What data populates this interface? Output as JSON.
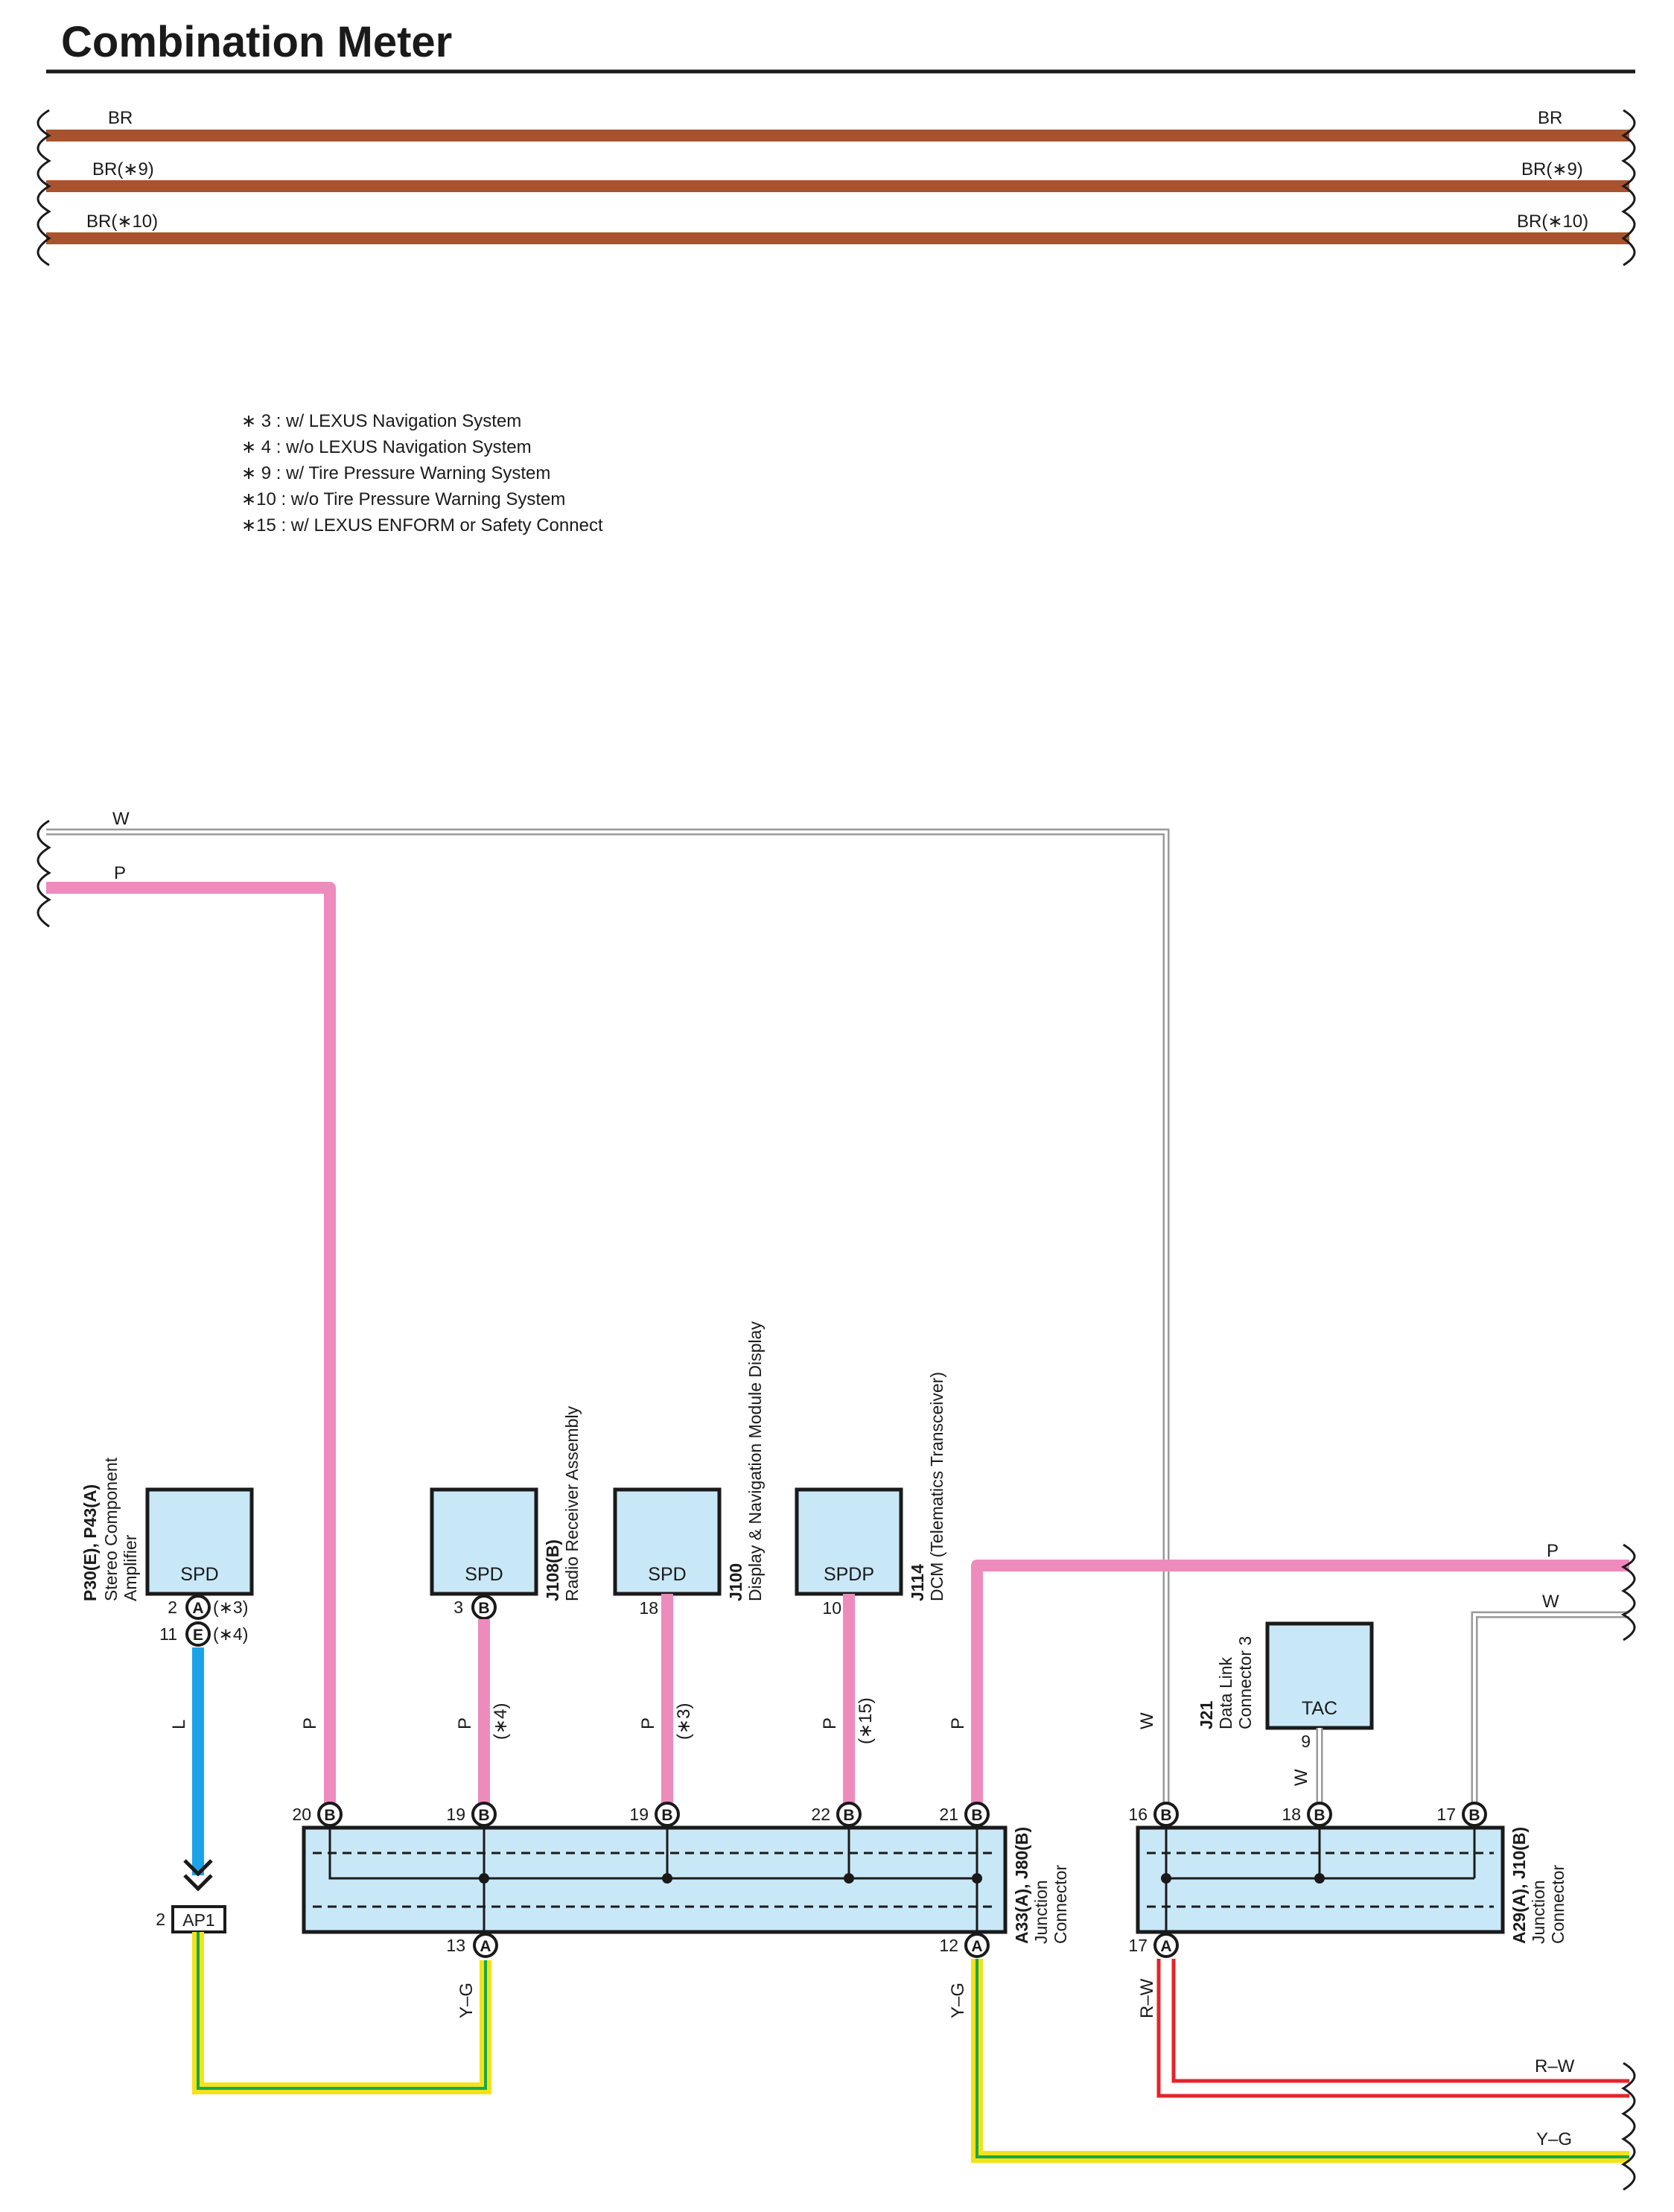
{
  "title": "Combination Meter",
  "colors": {
    "BR": "#a8532e",
    "P": "#ee8bbd",
    "W": "#9a9a9a",
    "L": "#1aa3e8",
    "Y": "#f3e21a",
    "G": "#18a84a",
    "R": "#e5242b",
    "box_fill": "#c9e8f7",
    "black": "#1a1a1a"
  },
  "top_wires": [
    {
      "left": "BR",
      "right": "BR"
    },
    {
      "left": "BR(∗9)",
      "right": "BR(∗9)"
    },
    {
      "left": "BR(∗10)",
      "right": "BR(∗10)"
    }
  ],
  "notes": [
    "∗ 3 : w/ LEXUS Navigation System",
    "∗ 4 : w/o LEXUS Navigation System",
    "∗ 9 : w/ Tire Pressure Warning System",
    "∗10 : w/o Tire Pressure Warning System",
    "∗15 : w/ LEXUS ENFORM or Safety Connect"
  ],
  "left_wires": {
    "w": "W",
    "p": "P"
  },
  "right_wires": {
    "p": "P",
    "w": "W",
    "rw": "R–W",
    "yg": "Y–G"
  },
  "amp": {
    "box": "SPD",
    "code": "P30(E), P43(A)",
    "name1": "Stereo Component",
    "name2": "Amplifier",
    "pin1_num": "2",
    "pin1_lbl": "A",
    "pin1_note": "(∗3)",
    "pin2_num": "11",
    "pin2_lbl": "E",
    "pin2_note": "(∗4)",
    "wire": "L"
  },
  "ap1": {
    "num": "2",
    "lbl": "AP1"
  },
  "radio": {
    "box": "SPD",
    "pin": "3",
    "pin_lbl": "B",
    "code": "J108(B)",
    "name": "Radio Receiver Assembly",
    "wire": "P",
    "note": "(∗4)"
  },
  "display": {
    "box": "SPD",
    "pin": "18",
    "code": "J100",
    "name": "Display & Navigation Module Display",
    "wire": "P",
    "note": "(∗3)"
  },
  "dcm": {
    "box": "SPDP",
    "pin": "10",
    "code": "J114",
    "name": "DCM (Telematics Transceiver)",
    "wire": "P",
    "note": "(∗15)"
  },
  "dlc": {
    "box": "TAC",
    "pin": "9",
    "code": "J21",
    "name1": "Data Link",
    "name2": "Connector 3",
    "wire": "W"
  },
  "jc1": {
    "code": "A33(A), J80(B)",
    "name1": "Junction",
    "name2": "Connector",
    "top_pins": [
      {
        "num": "20",
        "lbl": "B",
        "wire": "P"
      },
      {
        "num": "19",
        "lbl": "B",
        "wire": "P"
      },
      {
        "num": "19",
        "lbl": "B",
        "wire": "P"
      },
      {
        "num": "22",
        "lbl": "B",
        "wire": "P"
      },
      {
        "num": "21",
        "lbl": "B",
        "wire": "P"
      }
    ],
    "bottom_pins": [
      {
        "num": "13",
        "lbl": "A",
        "wire": "Y–G"
      },
      {
        "num": "12",
        "lbl": "A",
        "wire": "Y–G"
      }
    ]
  },
  "jc2": {
    "code": "A29(A), J10(B)",
    "name1": "Junction",
    "name2": "Connector",
    "top_pins": [
      {
        "num": "16",
        "lbl": "B",
        "wire": "W"
      },
      {
        "num": "18",
        "lbl": "B",
        "wire": "W"
      },
      {
        "num": "17",
        "lbl": "B",
        "wire": "W"
      }
    ],
    "bottom_pins": [
      {
        "num": "17",
        "lbl": "A",
        "wire": "R–W"
      }
    ]
  }
}
